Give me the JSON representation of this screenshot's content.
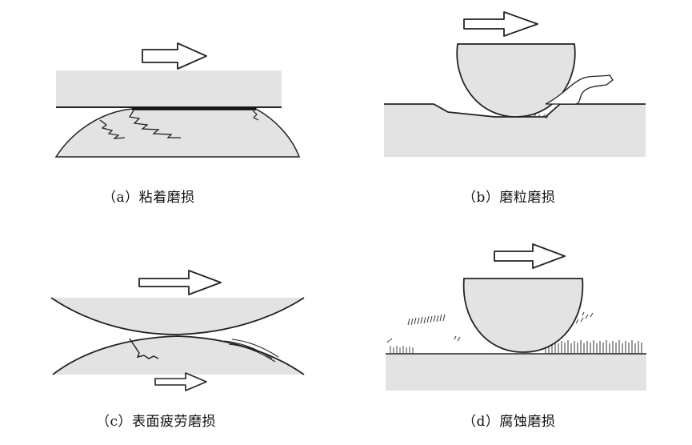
{
  "panels": [
    {
      "id": "a",
      "caption": "（a）粘着磨损"
    },
    {
      "id": "b",
      "caption": "（b）磨粒磨损"
    },
    {
      "id": "c",
      "caption": "（c）表面疲劳磨损"
    },
    {
      "id": "d",
      "caption": "（d）腐蚀磨损"
    }
  ],
  "colors": {
    "fill": "#e3e3e3",
    "stroke": "#222222",
    "background": "#ffffff"
  }
}
